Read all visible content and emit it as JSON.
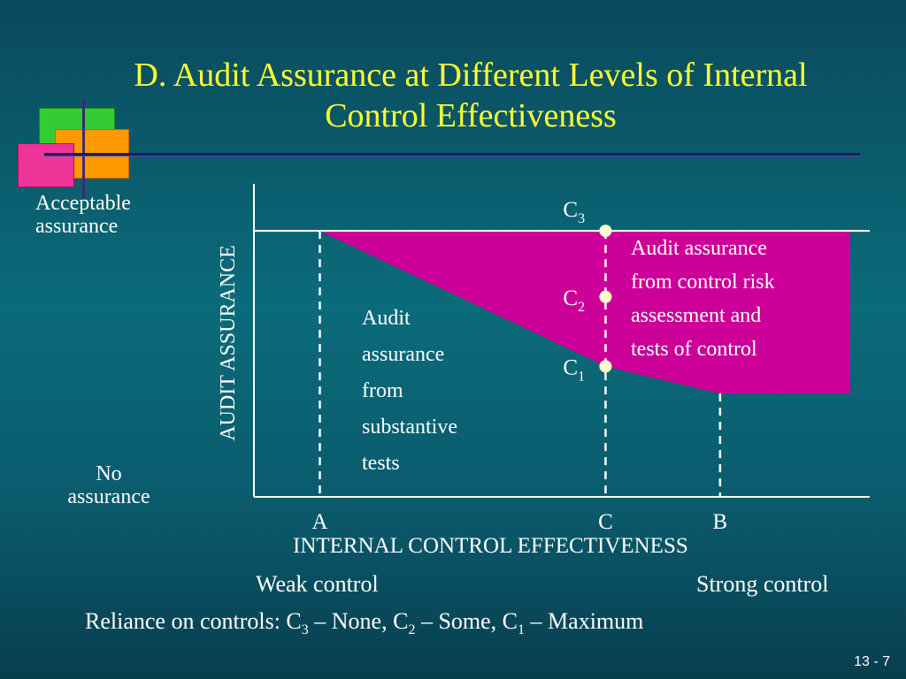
{
  "slide": {
    "title_line1": "D.  Audit Assurance at Different Levels of Internal",
    "title_line2": "Control Effectiveness",
    "page_number": "13 - 7",
    "left_labels": {
      "acceptable_line1": "Acceptable",
      "acceptable_line2": "assurance",
      "none_line1": "No",
      "none_line2": "assurance"
    },
    "bottom": {
      "weak": "Weak control",
      "strong": "Strong control",
      "reliance_prefix": "Reliance on controls: C",
      "reliance_sub3": "3",
      "reliance_mid1": " – None, C",
      "reliance_sub2": "2",
      "reliance_mid2": " – Some, C",
      "reliance_sub1": "1",
      "reliance_end": " – Maximum"
    },
    "colors": {
      "title": "#ffff33",
      "region": "#cc0099",
      "axis": "#ffffff",
      "point": "#ffffcc"
    }
  },
  "chart_data": {
    "type": "area",
    "ylabel": "AUDIT ASSURANCE",
    "xlabel": "INTERNAL CONTROL EFFECTIVENESS",
    "x_ticks": [
      {
        "label": "A",
        "x": 0.107
      },
      {
        "label": "C",
        "x": 0.571
      },
      {
        "label": "B",
        "x": 0.757
      }
    ],
    "ylim": [
      0,
      1
    ],
    "xlim": [
      0,
      1
    ],
    "acceptable_level": 0.85,
    "substantive_boundary": {
      "x": [
        0.107,
        0.571,
        0.757,
        1.0
      ],
      "y": [
        0.85,
        0.417,
        0.33,
        0.33
      ]
    },
    "region_right_edge_x": 1.0,
    "points": [
      {
        "label": "C",
        "sub": "3",
        "x": 0.571,
        "y": 0.85
      },
      {
        "label": "C",
        "sub": "2",
        "x": 0.571,
        "y": 0.639
      },
      {
        "label": "C",
        "sub": "1",
        "x": 0.571,
        "y": 0.417
      }
    ],
    "annotations": {
      "controls_region": [
        "Audit assurance",
        "from control risk",
        "assessment and",
        "tests of control"
      ],
      "substantive_region": [
        "Audit",
        "assurance",
        "from",
        "substantive",
        "tests"
      ]
    }
  }
}
